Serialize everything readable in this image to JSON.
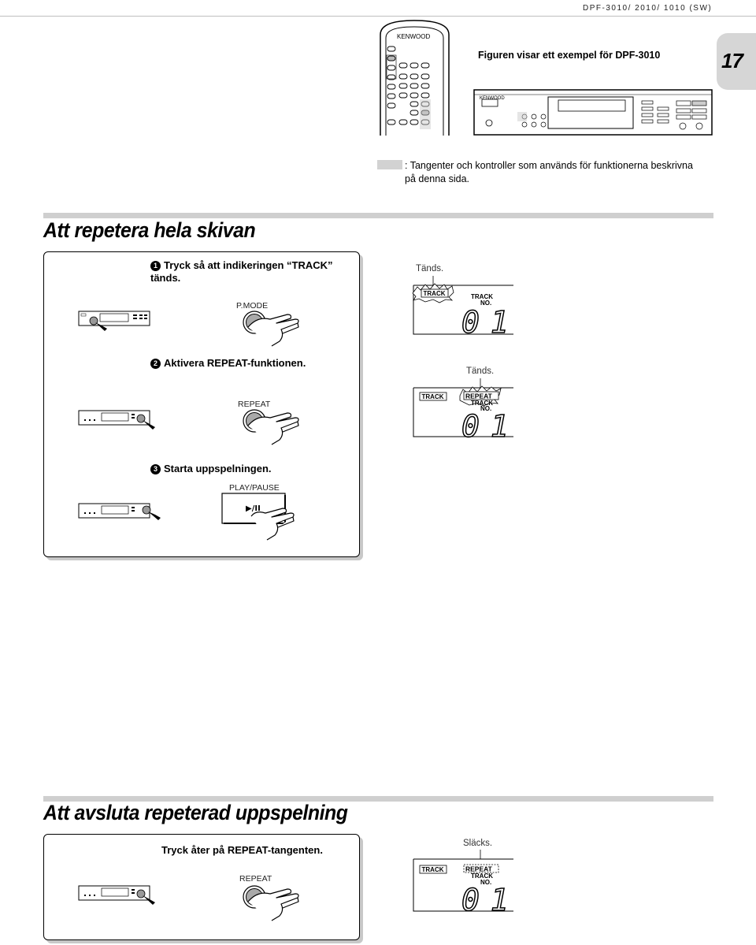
{
  "header": {
    "model_code": "DPF-3010/ 2010/ 1010 (SW)",
    "page_number": "17"
  },
  "remote": {
    "brand": "KENWOOD"
  },
  "player": {
    "brand": "KENWOOD"
  },
  "figure_caption": "Figuren visar ett exempel för DPF-3010",
  "legend": {
    "text": ": Tangenter och kontroller som används för funktionerna beskrivna på denna sida."
  },
  "section1": {
    "title": "Att repetera hela skivan",
    "steps": [
      {
        "num": "1",
        "text": "Tryck så att indikeringen “TRACK” tänds.",
        "button": "P.MODE",
        "status": "Tänds."
      },
      {
        "num": "2",
        "text": "Aktivera REPEAT-funktionen.",
        "button": "REPEAT",
        "status": "Tänds."
      },
      {
        "num": "3",
        "text": "Starta uppspelningen.",
        "button": "PLAY/PAUSE",
        "button_symbol": "▶/II"
      }
    ]
  },
  "section2": {
    "title": "Att avsluta repeterad uppspelning",
    "step": {
      "text": "Tryck åter på REPEAT-tangenten.",
      "button": "REPEAT",
      "status": "Släcks."
    }
  },
  "display": {
    "track": "TRACK",
    "repeat": "REPEAT",
    "track_no_line1": "TRACK",
    "track_no_line2": "NO.",
    "digits": "01"
  }
}
